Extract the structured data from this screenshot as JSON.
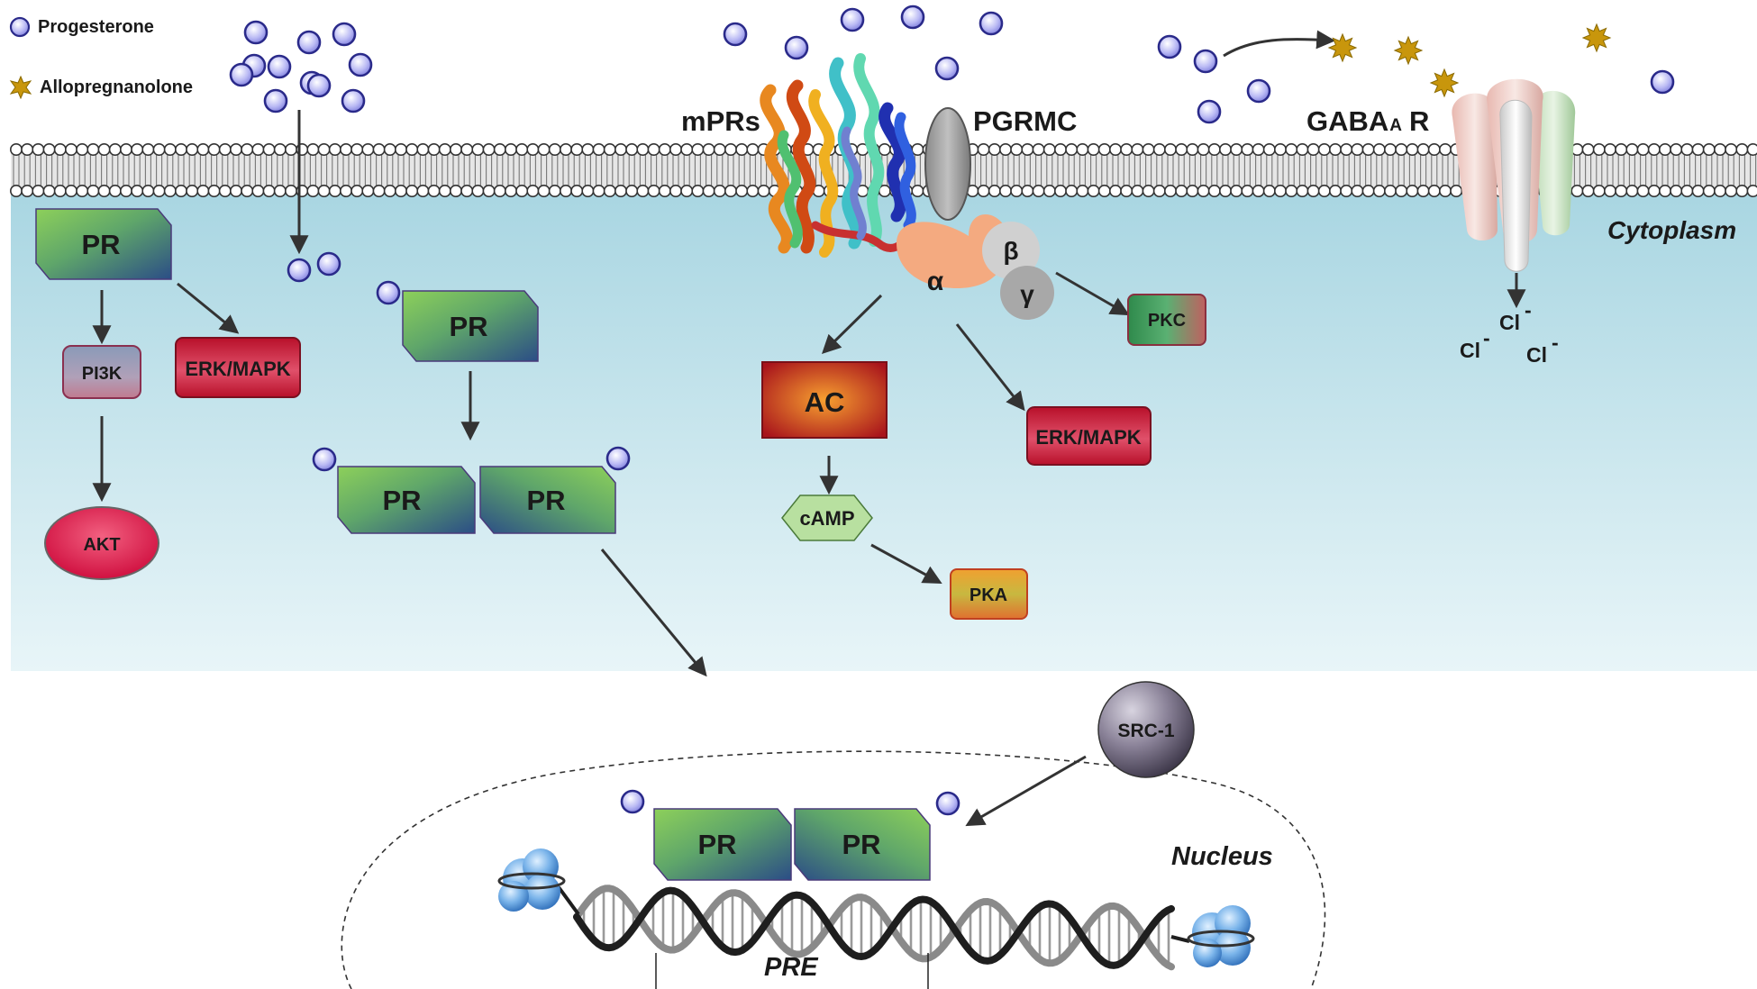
{
  "legend": {
    "progesterone": "Progesterone",
    "allopregnanolone": "Allopregnanolone"
  },
  "receptors": {
    "mprs": "mPRs",
    "pgrmc": "PGRMC",
    "gaba_main": "GABA",
    "gaba_sub": "A",
    "gaba_r": "R"
  },
  "compartments": {
    "cytoplasm": "Cytoplasm",
    "nucleus": "Nucleus",
    "pre": "PRE"
  },
  "nodes": {
    "pr": "PR",
    "pi3k": "PI3K",
    "akt": "AKT",
    "erk_mapk": "ERK/MAPK",
    "ac": "AC",
    "camp": "cAMP",
    "pka": "PKA",
    "pkc": "PKC",
    "src1": "SRC-1",
    "g_alpha": "α",
    "g_beta": "β",
    "g_gamma": "γ"
  },
  "ions": {
    "cl": "Cl",
    "minus": "-"
  },
  "colors": {
    "progesterone_fill": "#a9a9f0",
    "allopregnanolone_fill": "#c8960c",
    "cytoplasm_top": "#a9d6e2",
    "pr_green": "#8dd05a",
    "pr_blue": "#2b4d86",
    "erk_red": "#c0102a",
    "akt_red": "#e8305a",
    "ac_red": "#b0161c",
    "ac_orange": "#f27a1a",
    "g_alpha": "#f4aa80",
    "pkc_green": "#3c9a5a",
    "pka_orange": "#e8902a",
    "camp_green": "#b8e0a0",
    "src1_gray": "#5a5468"
  }
}
